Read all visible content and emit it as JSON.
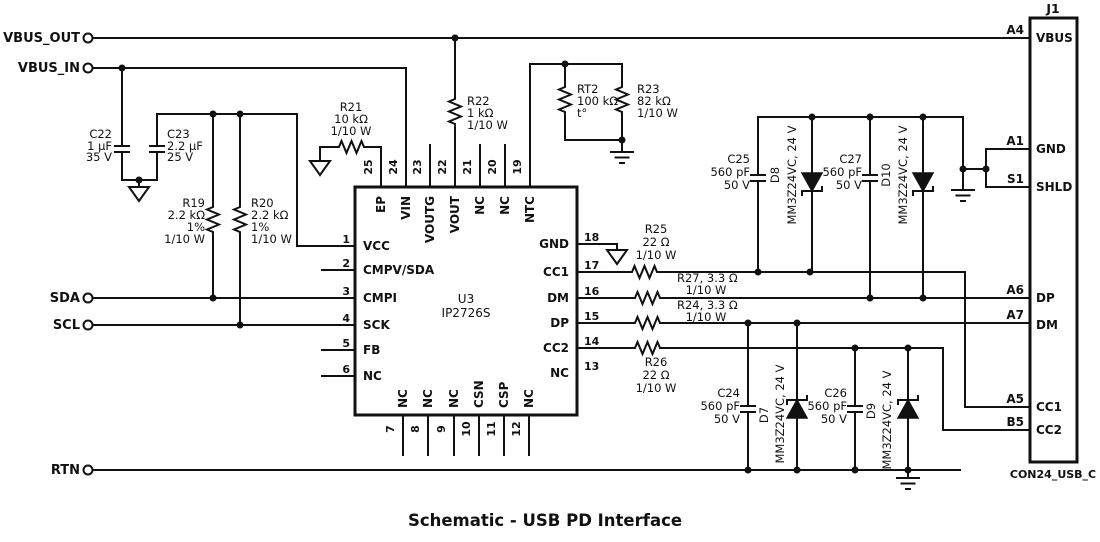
{
  "title": "Schematic - USB PD Interface",
  "ports": {
    "vbus_out": "VBUS_OUT",
    "vbus_in": "VBUS_IN",
    "sda": "SDA",
    "scl": "SCL",
    "rtn": "RTN"
  },
  "u3": {
    "ref": "U3",
    "part": "IP2726S",
    "left_pins": [
      {
        "num": "1",
        "name": "VCC"
      },
      {
        "num": "2",
        "name": "CMPV/SDA"
      },
      {
        "num": "3",
        "name": "CMPI"
      },
      {
        "num": "4",
        "name": "SCK"
      },
      {
        "num": "5",
        "name": "FB"
      },
      {
        "num": "6",
        "name": "NC"
      }
    ],
    "right_pins": [
      {
        "num": "18",
        "name": "GND"
      },
      {
        "num": "17",
        "name": "CC1"
      },
      {
        "num": "16",
        "name": "DM"
      },
      {
        "num": "15",
        "name": "DP"
      },
      {
        "num": "14",
        "name": "CC2"
      },
      {
        "num": "13",
        "name": "NC"
      }
    ],
    "top_pins": [
      {
        "num": "25",
        "name": "EP"
      },
      {
        "num": "24",
        "name": "VIN"
      },
      {
        "num": "23",
        "name": "VOUTG"
      },
      {
        "num": "22",
        "name": "VOUT"
      },
      {
        "num": "21",
        "name": "NC"
      },
      {
        "num": "20",
        "name": "NC"
      },
      {
        "num": "19",
        "name": "NTC"
      }
    ],
    "bottom_pins": [
      {
        "num": "7",
        "name": "NC"
      },
      {
        "num": "8",
        "name": "NC"
      },
      {
        "num": "9",
        "name": "NC"
      },
      {
        "num": "10",
        "name": "CSN"
      },
      {
        "num": "11",
        "name": "CSP"
      },
      {
        "num": "12",
        "name": "NC"
      }
    ]
  },
  "j1": {
    "ref": "J1",
    "footprint": "CON24_USB_C",
    "pins": [
      {
        "des": "A4",
        "name": "VBUS"
      },
      {
        "des": "A1",
        "name": "GND"
      },
      {
        "des": "S1",
        "name": "SHLD"
      },
      {
        "des": "A6",
        "name": "DP"
      },
      {
        "des": "A7",
        "name": "DM"
      },
      {
        "des": "A5",
        "name": "CC1"
      },
      {
        "des": "B5",
        "name": "CC2"
      }
    ]
  },
  "components": {
    "c22": {
      "ref": "C22",
      "value": "1 µF",
      "voltage": "35 V"
    },
    "c23": {
      "ref": "C23",
      "value": "2.2 µF",
      "voltage": "25 V"
    },
    "r19": {
      "ref": "R19",
      "value": "2.2 kΩ",
      "tolerance": "1%",
      "power": "1/10 W"
    },
    "r20": {
      "ref": "R20",
      "value": "2.2 kΩ",
      "tolerance": "1%",
      "power": "1/10 W"
    },
    "r21": {
      "ref": "R21",
      "value": "10 kΩ",
      "power": "1/10 W"
    },
    "r22": {
      "ref": "R22",
      "value": "1 kΩ",
      "power": "1/10 W"
    },
    "rt2": {
      "ref": "RT2",
      "value": "100 kΩ",
      "note": "t°"
    },
    "r23": {
      "ref": "R23",
      "value": "82 kΩ",
      "power": "1/10 W"
    },
    "r25": {
      "ref": "R25",
      "value": "22 Ω",
      "power": "1/10 W"
    },
    "r26": {
      "ref": "R26",
      "value": "22 Ω",
      "power": "1/10 W"
    },
    "r27": {
      "label": "R27, 3.3 Ω",
      "power": "1/10 W"
    },
    "r24": {
      "label": "R24, 3.3 Ω",
      "power": "1/10 W"
    },
    "c25": {
      "ref": "C25",
      "value": "560 pF",
      "voltage": "50 V"
    },
    "c27": {
      "ref": "C27",
      "value": "560 pF",
      "voltage": "50 V"
    },
    "c24": {
      "ref": "C24",
      "value": "560 pF",
      "voltage": "50 V"
    },
    "c26": {
      "ref": "C26",
      "value": "560 pF",
      "voltage": "50 V"
    },
    "d8": {
      "ref": "D8",
      "part": "MM3Z24VC, 24 V"
    },
    "d10": {
      "ref": "D10",
      "part": "MM3Z24VC, 24 V"
    },
    "d7": {
      "ref": "D7",
      "part": "MM3Z24VC, 24 V"
    },
    "d9": {
      "ref": "D9",
      "part": "MM3Z24VC, 24 V"
    }
  }
}
